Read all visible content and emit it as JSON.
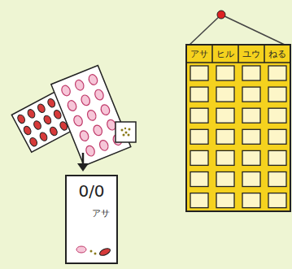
{
  "diagram": {
    "nodes": [
      {
        "text": [
          "0/0",
          "アサ"
        ]
      }
    ],
    "labels": [
      "アサ",
      "ヒル",
      "ユウ",
      "ねる"
    ]
  }
}
